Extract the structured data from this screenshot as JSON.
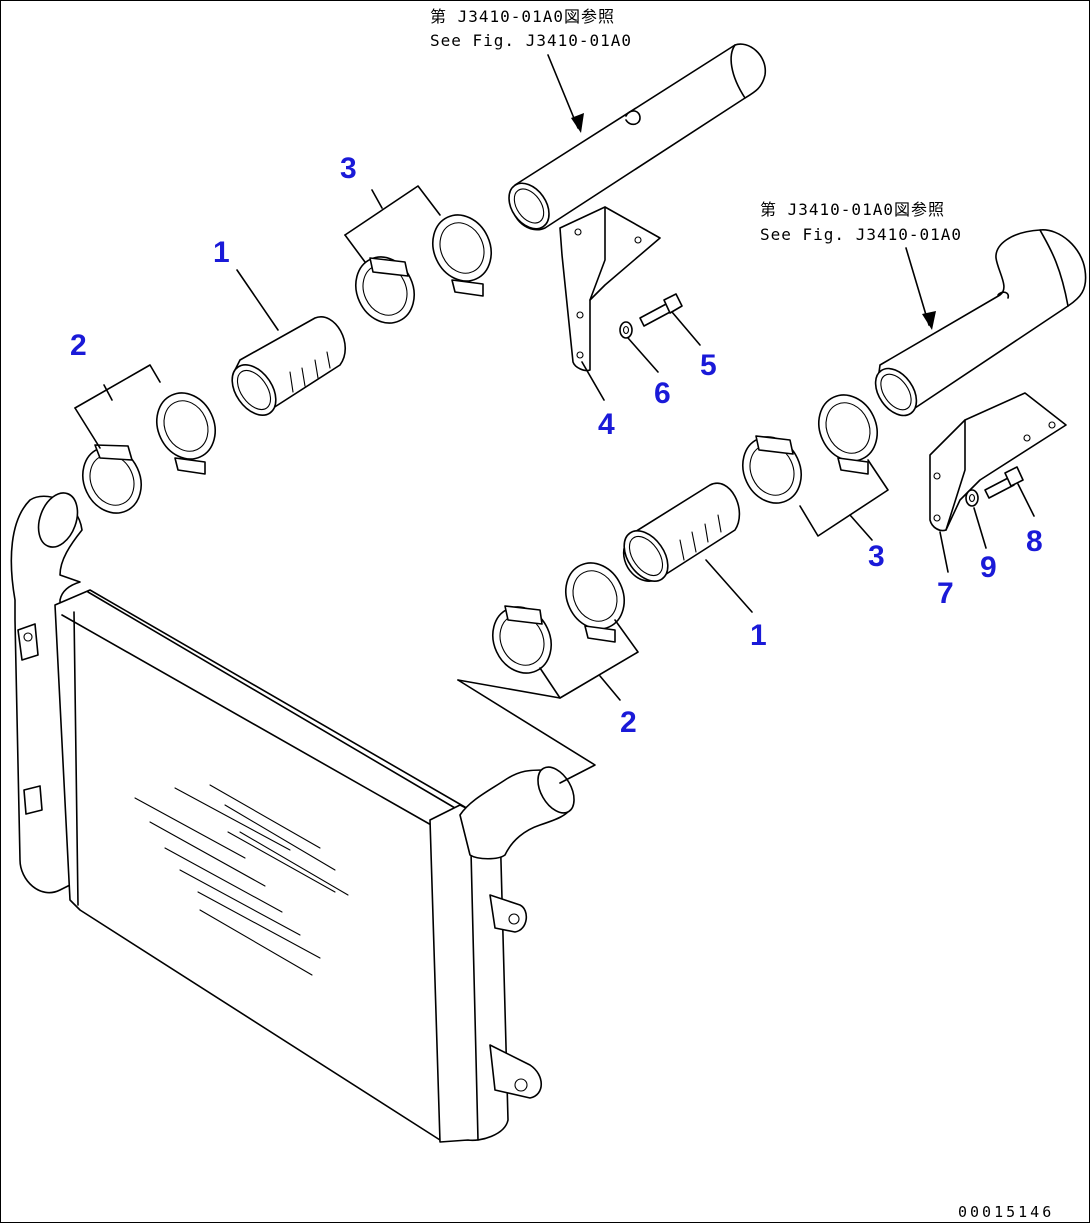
{
  "references": [
    {
      "line1": "第 J3410-01A0図参照",
      "line2": "See Fig. J3410-01A0"
    },
    {
      "line1": "第 J3410-01A0図参照",
      "line2": "See Fig. J3410-01A0"
    }
  ],
  "callouts": {
    "hose_left": "1",
    "clamp_left_lower": "2",
    "clamp_left_upper": "3",
    "bracket_left": "4",
    "bolt_left": "5",
    "washer_left": "6",
    "hose_right": "1",
    "clamp_right_lower": "2",
    "clamp_right_upper": "3",
    "bracket_right": "7",
    "bolt_right": "8",
    "washer_right": "9"
  },
  "drawing_code": "00015146",
  "colors": {
    "callout": "#1a1ad8",
    "line": "#000000",
    "background": "#ffffff"
  }
}
